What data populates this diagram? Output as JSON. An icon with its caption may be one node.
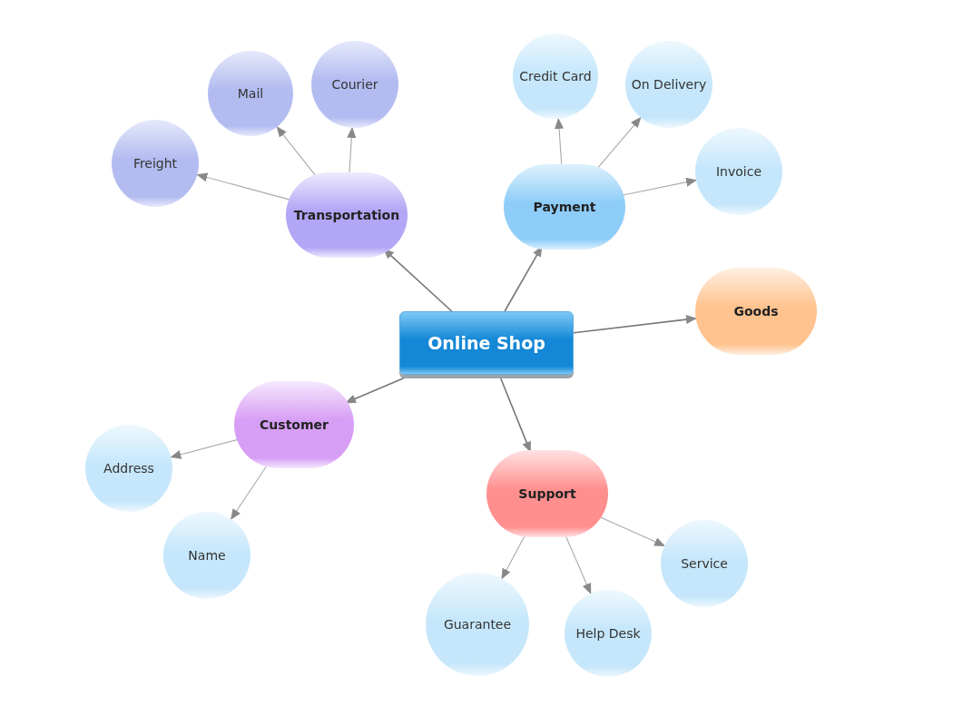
{
  "diagram": {
    "nodes": [
      {
        "text": [
          "Online Shop"
        ]
      },
      {
        "text": [
          "Transportation"
        ]
      },
      {
        "text": [
          "Mail"
        ]
      },
      {
        "text": [
          "Courier"
        ]
      },
      {
        "text": [
          "Freight"
        ]
      },
      {
        "text": [
          "Payment"
        ]
      },
      {
        "text": [
          "Credit Card"
        ]
      },
      {
        "text": [
          "On Delivery"
        ]
      },
      {
        "text": [
          "Invoice"
        ]
      },
      {
        "text": [
          "Goods"
        ]
      },
      {
        "text": [
          "Customer"
        ]
      },
      {
        "text": [
          "Address"
        ]
      },
      {
        "text": [
          "Name"
        ]
      },
      {
        "text": [
          "Support"
        ]
      },
      {
        "text": [
          "Guarantee"
        ]
      },
      {
        "text": [
          "Help Desk"
        ]
      },
      {
        "text": [
          "Service"
        ]
      }
    ],
    "edges": [
      {
        "from": 0,
        "to": 1,
        "arrow": "to"
      },
      {
        "from": 0,
        "to": 5,
        "arrow": "to"
      },
      {
        "from": 0,
        "to": 9,
        "arrow": "to"
      },
      {
        "from": 0,
        "to": 10,
        "arrow": "to"
      },
      {
        "from": 0,
        "to": 13,
        "arrow": "to"
      },
      {
        "from": 1,
        "to": 2,
        "arrow": "to"
      },
      {
        "from": 1,
        "to": 3,
        "arrow": "to"
      },
      {
        "from": 1,
        "to": 4,
        "arrow": "to"
      },
      {
        "from": 5,
        "to": 6,
        "arrow": "to"
      },
      {
        "from": 5,
        "to": 7,
        "arrow": "to"
      },
      {
        "from": 5,
        "to": 8,
        "arrow": "to"
      },
      {
        "from": 10,
        "to": 11,
        "arrow": "to"
      },
      {
        "from": 10,
        "to": 12,
        "arrow": "to"
      },
      {
        "from": 13,
        "to": 14,
        "arrow": "to"
      },
      {
        "from": 13,
        "to": 15,
        "arrow": "to"
      },
      {
        "from": 13,
        "to": 16,
        "arrow": "to"
      }
    ]
  }
}
